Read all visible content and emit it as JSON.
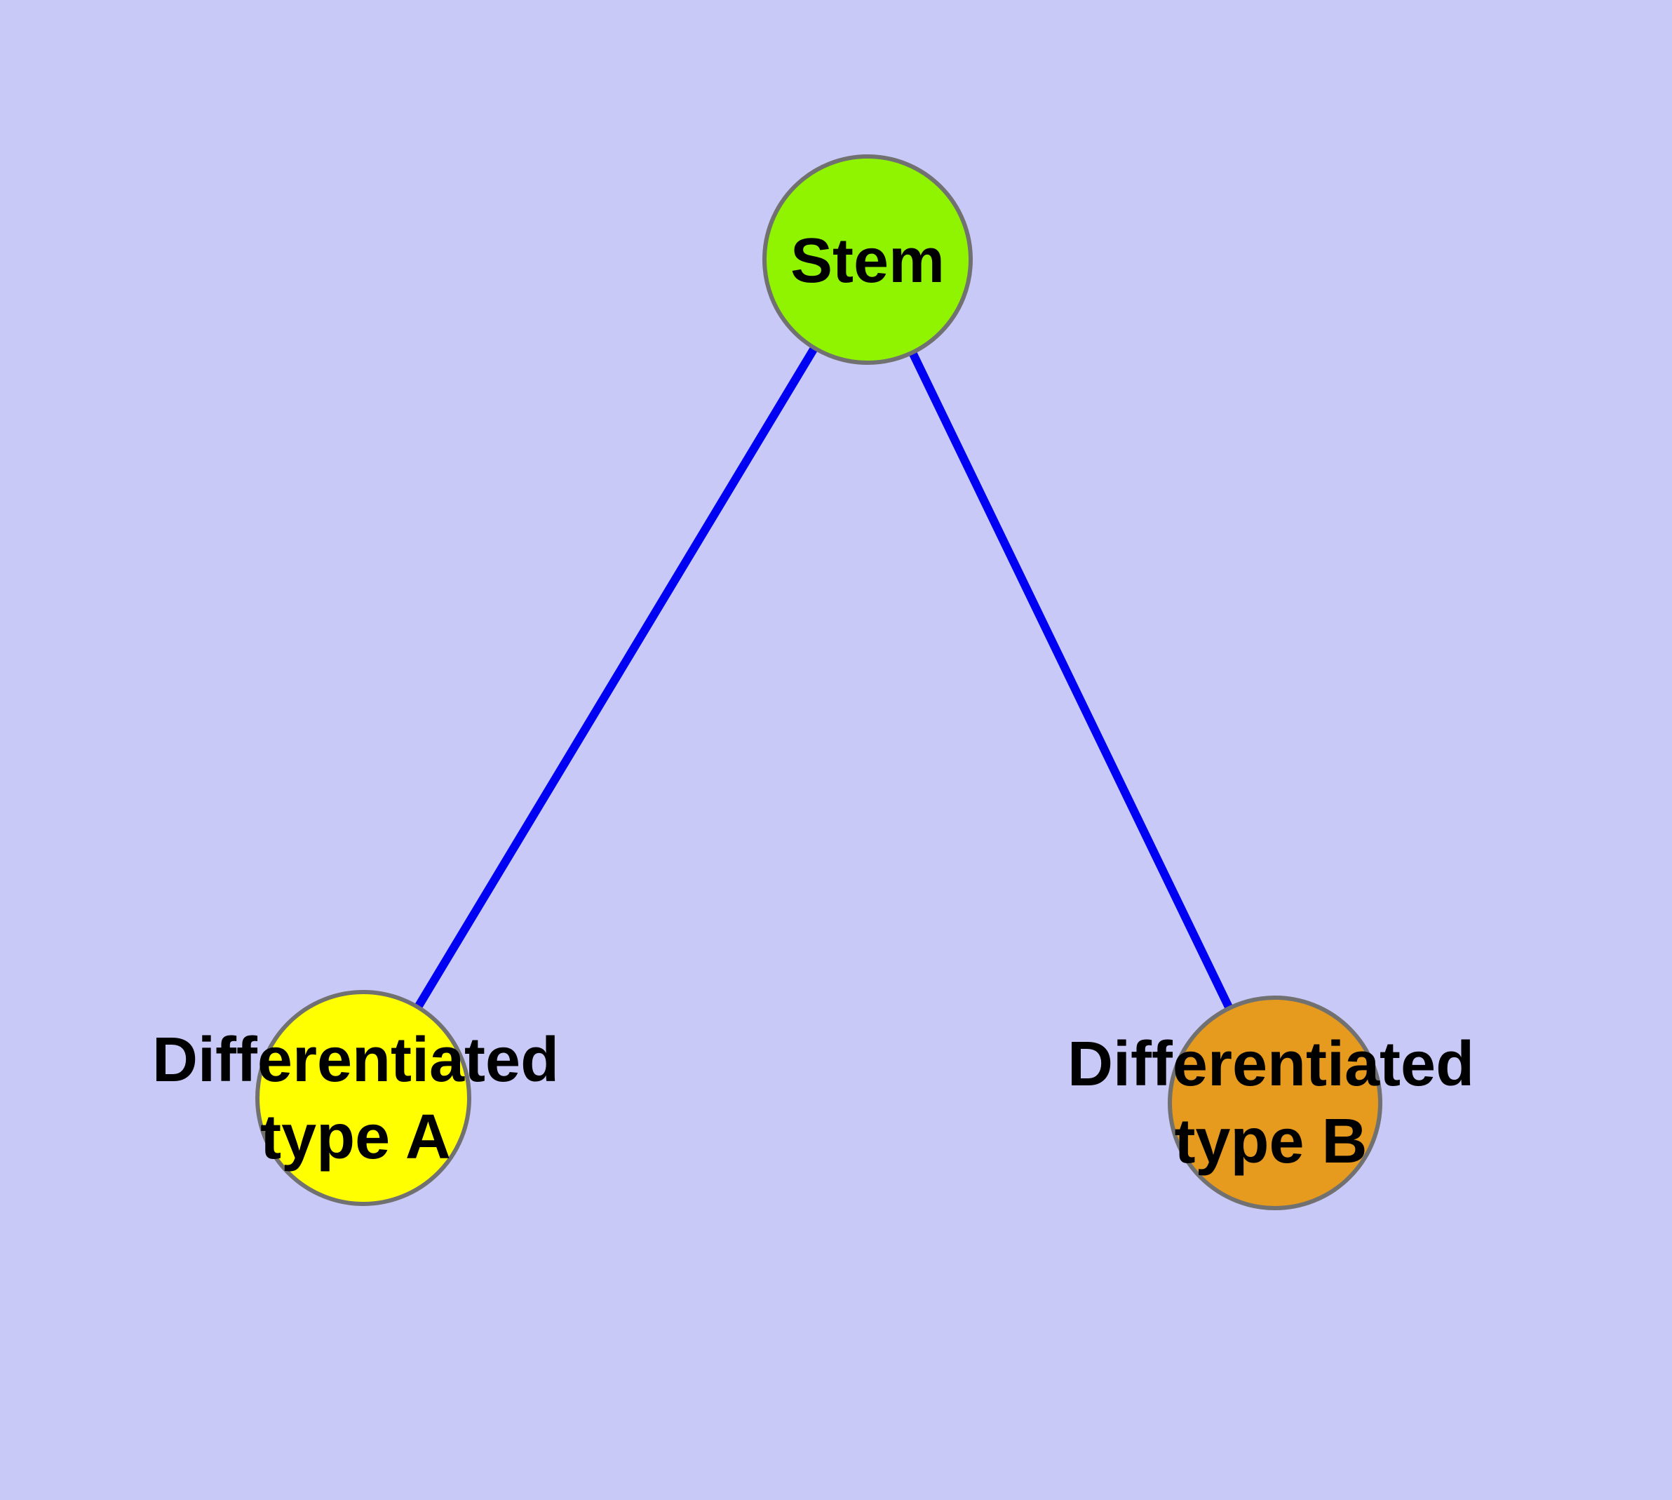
{
  "diagram": {
    "type": "node-link-graph",
    "background_color": "#C9C9F7",
    "edge_color": "#0000F2",
    "node_border_color": "#717171",
    "text_color": "#000000",
    "nodes": [
      {
        "id": "stem",
        "label": "Stem",
        "fill_color": "#90F400",
        "shape": "circle"
      },
      {
        "id": "differentiated-type-a",
        "label": "Differentiated\ntype A",
        "fill_color": "#FFFF00",
        "shape": "circle"
      },
      {
        "id": "differentiated-type-b",
        "label": "Differentiated\ntype B",
        "fill_color": "#E69A1E",
        "shape": "circle"
      }
    ],
    "edges": [
      {
        "from": "stem",
        "to": "differentiated-type-a"
      },
      {
        "from": "stem",
        "to": "differentiated-type-b"
      }
    ]
  }
}
